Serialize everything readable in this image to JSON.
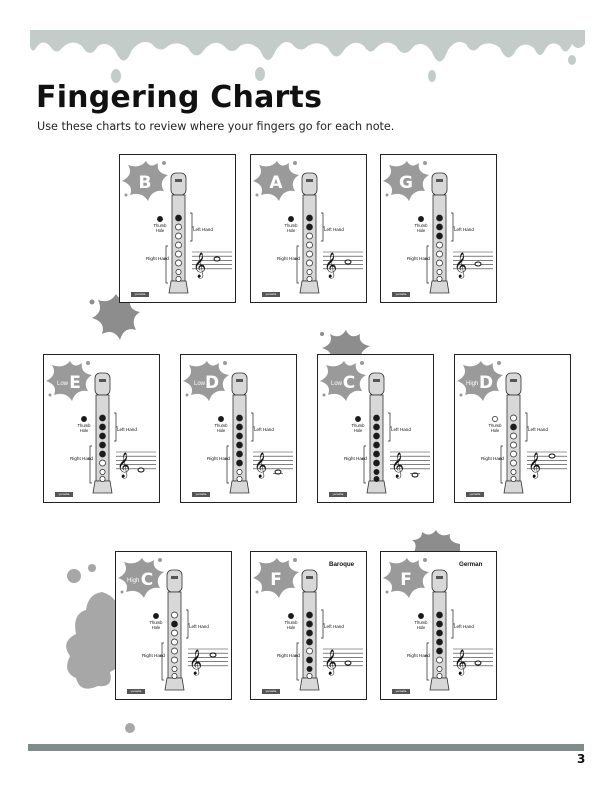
{
  "page": {
    "title": "Fingering Charts",
    "subtitle": "Use these charts to review where your fingers go for each note.",
    "page_number": "3"
  },
  "labels": {
    "thumb": "Thumb\nHole",
    "left_hand": "Left Hand",
    "right_hand": "Right Hand",
    "logo": "yamaha"
  },
  "colors": {
    "splash": "#9a9a9a",
    "drip": "#c4ccca",
    "footer_bar": "#7f8c8a",
    "recorder_body": "#d8d8d8",
    "hole_closed": "#1a1a1a",
    "hole_open": "#ffffff"
  },
  "charts": [
    {
      "note": "B",
      "modifier": "",
      "label": "",
      "thumb": true,
      "holes": [
        1,
        0,
        0,
        0,
        0,
        0,
        0,
        0
      ]
    },
    {
      "note": "A",
      "modifier": "",
      "label": "",
      "thumb": true,
      "holes": [
        1,
        1,
        0,
        0,
        0,
        0,
        0,
        0
      ]
    },
    {
      "note": "G",
      "modifier": "",
      "label": "",
      "thumb": true,
      "holes": [
        1,
        1,
        1,
        0,
        0,
        0,
        0,
        0
      ]
    },
    {
      "note": "E",
      "modifier": "Low",
      "label": "",
      "thumb": true,
      "holes": [
        1,
        1,
        1,
        1,
        1,
        0,
        0,
        0
      ]
    },
    {
      "note": "D",
      "modifier": "Low",
      "label": "",
      "thumb": true,
      "holes": [
        1,
        1,
        1,
        1,
        1,
        1,
        0,
        0
      ]
    },
    {
      "note": "C",
      "modifier": "Low",
      "label": "",
      "thumb": true,
      "holes": [
        1,
        1,
        1,
        1,
        1,
        1,
        1,
        1
      ]
    },
    {
      "note": "D",
      "modifier": "High",
      "label": "",
      "thumb": false,
      "holes": [
        0,
        1,
        0,
        0,
        0,
        0,
        0,
        0
      ]
    },
    {
      "note": "C",
      "modifier": "High",
      "label": "",
      "thumb": true,
      "holes": [
        0,
        1,
        0,
        0,
        0,
        0,
        0,
        0
      ]
    },
    {
      "note": "F",
      "modifier": "",
      "label": "Baroque",
      "thumb": true,
      "holes": [
        1,
        1,
        1,
        1,
        0,
        1,
        1,
        0
      ]
    },
    {
      "note": "F",
      "modifier": "",
      "label": "German",
      "thumb": true,
      "holes": [
        1,
        1,
        1,
        1,
        1,
        0,
        0,
        0
      ]
    }
  ]
}
